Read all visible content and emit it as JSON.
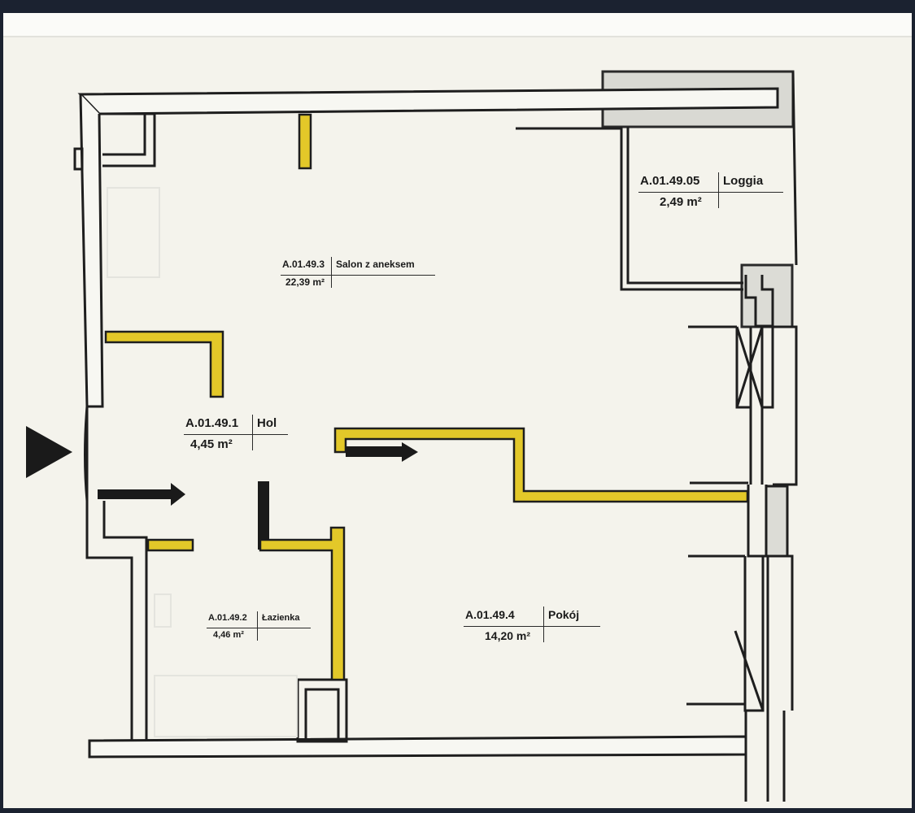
{
  "colors": {
    "wall": "#1e1e1e",
    "partition": "#e3c829",
    "paper": "#f4f3ec",
    "loggia": "#d9d9d3",
    "arrow": "#1a1a1a"
  },
  "icons": {
    "entrance": "entrance-arrow-icon",
    "door_direction": "door-arrow-icon"
  },
  "rooms": {
    "salon": {
      "code": "A.01.49.3",
      "name": "Salon z aneksem",
      "area": "22,39 m²"
    },
    "loggia": {
      "code": "A.01.49.05",
      "name": "Loggia",
      "area": "2,49 m²"
    },
    "hol": {
      "code": "A.01.49.1",
      "name": "Hol",
      "area": "4,45 m²"
    },
    "lazienka": {
      "code": "A.01.49.2",
      "name": "Łazienka",
      "area": "4,46 m²"
    },
    "pokoj": {
      "code": "A.01.49.4",
      "name": "Pokój",
      "area": "14,20 m²"
    }
  }
}
